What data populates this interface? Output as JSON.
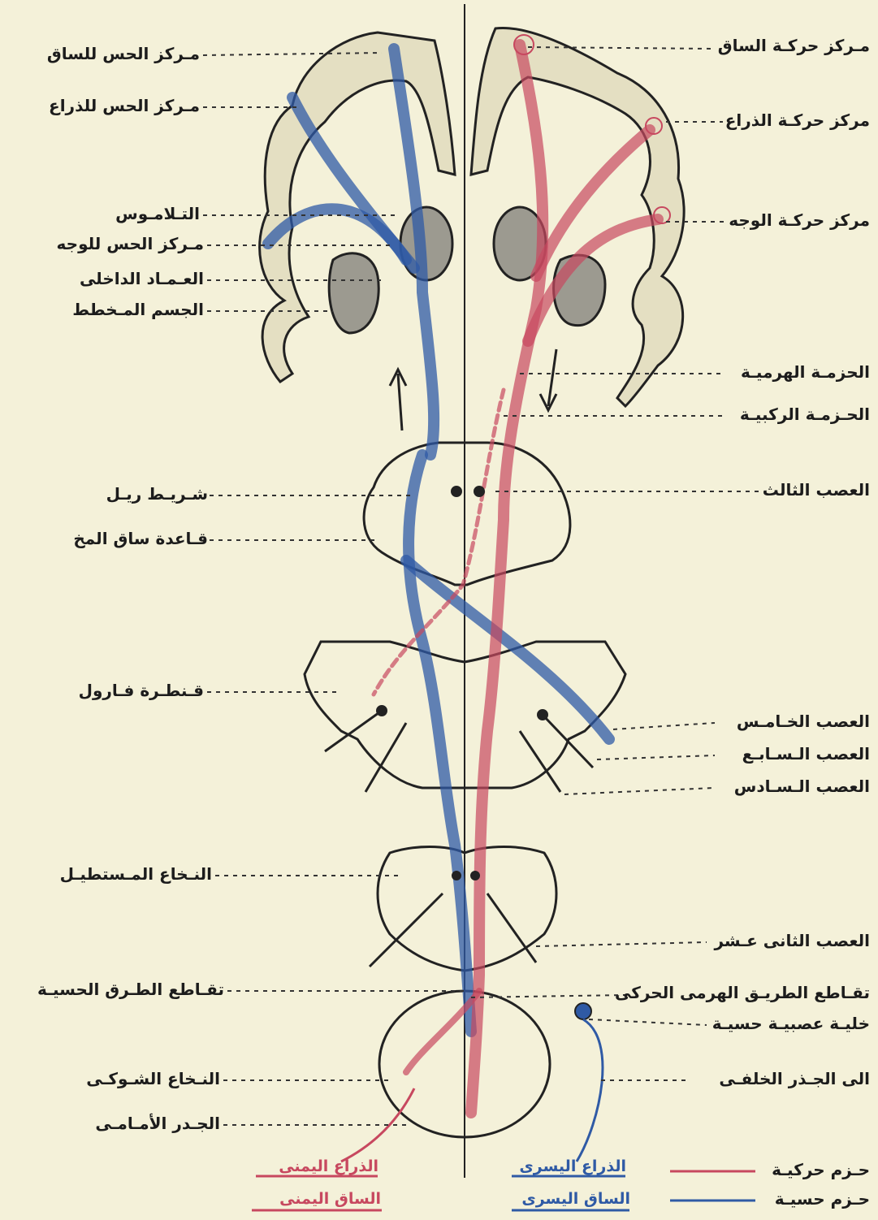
{
  "labels_left": [
    {
      "id": "sensory-leg-center",
      "text": "مـركز الحس للساق"
    },
    {
      "id": "sensory-arm-center",
      "text": "مـركز الحس للذراع"
    },
    {
      "id": "thalamus",
      "text": "التـلامـوس"
    },
    {
      "id": "sensory-face-center",
      "text": "مـركز الحس للوجه"
    },
    {
      "id": "internal-capsule",
      "text": "العـمـاد الداخلى"
    },
    {
      "id": "corpus-striatum",
      "text": "الجسم المـخطط"
    },
    {
      "id": "reil-band",
      "text": "شـريـط ريـل"
    },
    {
      "id": "brainstem-base",
      "text": "قـاعدة ساق المخ"
    },
    {
      "id": "pons-varolii",
      "text": "قـنطـرة فـارول"
    },
    {
      "id": "medulla-oblongata",
      "text": "النـخاع المـستطيـل"
    },
    {
      "id": "sensory-decussation",
      "text": "تقـاطع الطـرق الحسيـة"
    },
    {
      "id": "spinal-cord",
      "text": "النـخاع الشـوكـى"
    },
    {
      "id": "anterior-root",
      "text": "الجـدر الأمـامـى"
    }
  ],
  "labels_right": [
    {
      "id": "motor-leg-center",
      "text": "مـركز حركـة الساق"
    },
    {
      "id": "motor-arm-center",
      "text": "مركز حركـة الذراع"
    },
    {
      "id": "motor-face-center",
      "text": "مركز حركـة الوجه"
    },
    {
      "id": "pyramidal-tract",
      "text": "الحزمـة الهرميـة"
    },
    {
      "id": "geniculate-tract",
      "text": "الحـزمـة الركبيـة"
    },
    {
      "id": "third-nerve",
      "text": "العصب الثالث"
    },
    {
      "id": "fifth-nerve",
      "text": "العصب الخـامـس"
    },
    {
      "id": "seventh-nerve",
      "text": "العصب الـسـابـع"
    },
    {
      "id": "sixth-nerve",
      "text": "العصب الـسـادس"
    },
    {
      "id": "twelfth-nerve",
      "text": "العصب الثانى عـشر"
    },
    {
      "id": "pyramidal-decussation",
      "text": "تقـاطع الطريـق الهرمى الحركى"
    },
    {
      "id": "sensory-ganglion-cell",
      "text": "خليـة عصبيـة حسيـة"
    },
    {
      "id": "to-posterior-root",
      "text": "الى الجـذر الخلفـى"
    }
  ],
  "limb_labels": {
    "right_arm": "الذراع اليمنى",
    "right_leg": "الساق اليمنى",
    "left_arm": "الذراع اليسرى",
    "left_leg": "الساق اليسرى"
  },
  "legend": {
    "motor": "حـزم حركيـة",
    "sensory": "حـزم حسيـة",
    "motor_color": "#c7485f",
    "sensory_color": "#2f5aa5"
  }
}
